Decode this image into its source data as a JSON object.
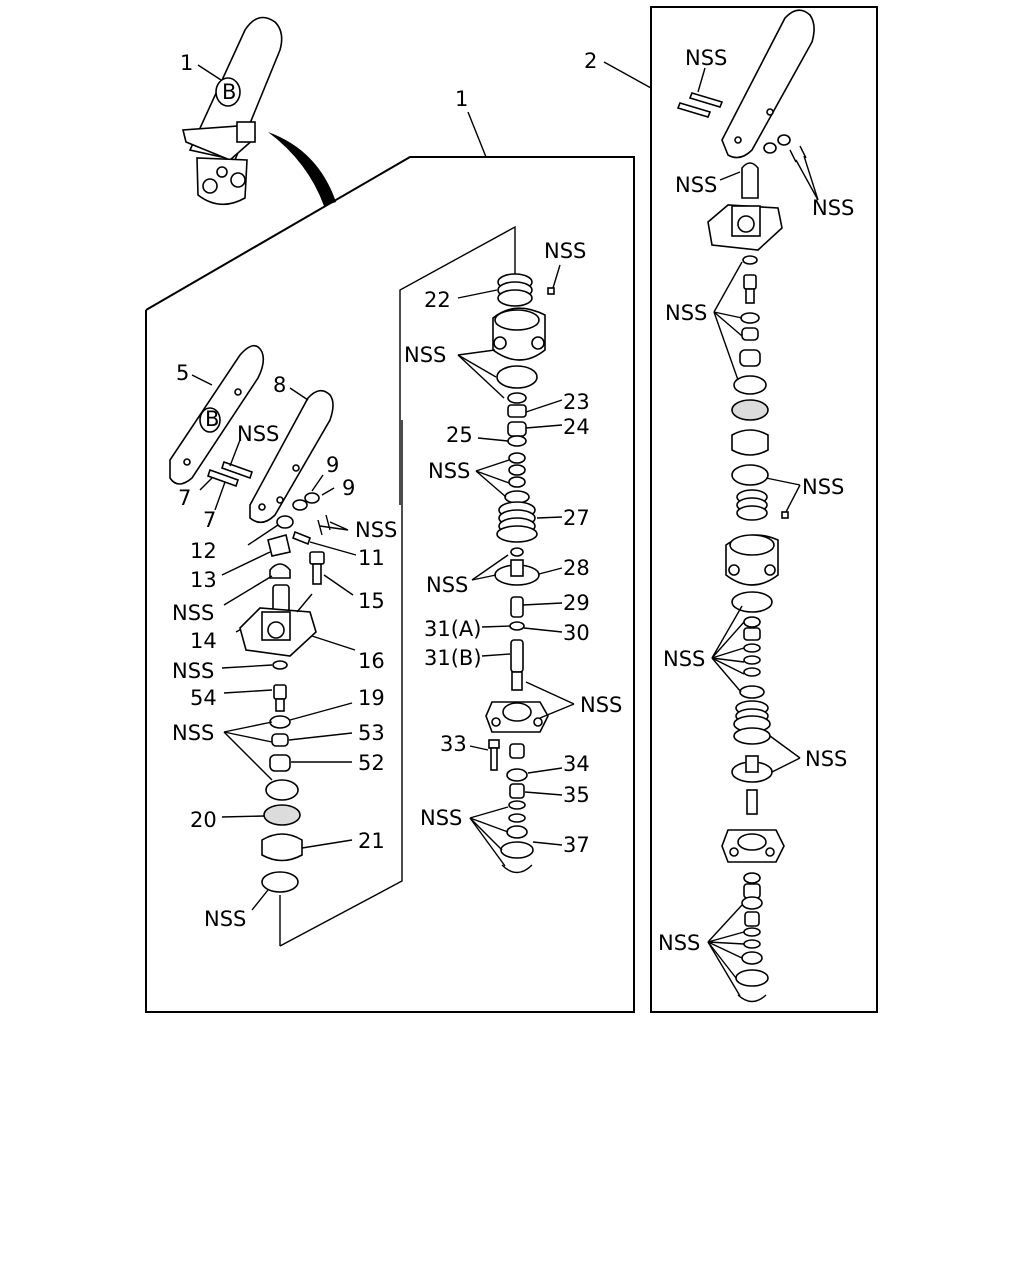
{
  "diagram": {
    "labels": {
      "l1_top": "1",
      "l1_box": "1",
      "l2": "2",
      "l5": "5",
      "l8": "8",
      "l7a": "7",
      "l7b": "7",
      "l9a": "9",
      "l9b": "9",
      "l12": "12",
      "l11": "11",
      "l13": "13",
      "l14": "14",
      "l15": "15",
      "l16": "16",
      "l54": "54",
      "l19": "19",
      "l53": "53",
      "l52": "52",
      "l20": "20",
      "l21": "21",
      "l22": "22",
      "l23": "23",
      "l24": "24",
      "l25": "25",
      "l27": "27",
      "l28": "28",
      "l29": "29",
      "l30": "30",
      "l31a": "31(A)",
      "l31b": "31(B)",
      "l33": "33",
      "l34": "34",
      "l35": "35",
      "l37": "37",
      "nss": "NSS"
    }
  }
}
